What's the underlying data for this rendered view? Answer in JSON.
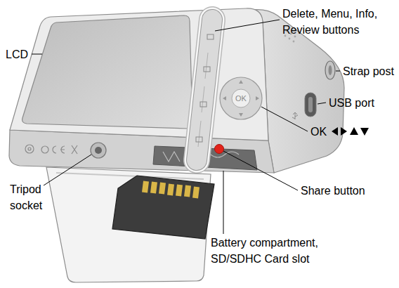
{
  "diagram": {
    "labels": [
      "LCD",
      "Delete, Menu, Info, Review buttons",
      "Strap post",
      "USB port",
      "OK",
      "OK",
      "Share button",
      "Tripod socket",
      "Battery compartment, SD/SDHC Card slot"
    ]
  }
}
